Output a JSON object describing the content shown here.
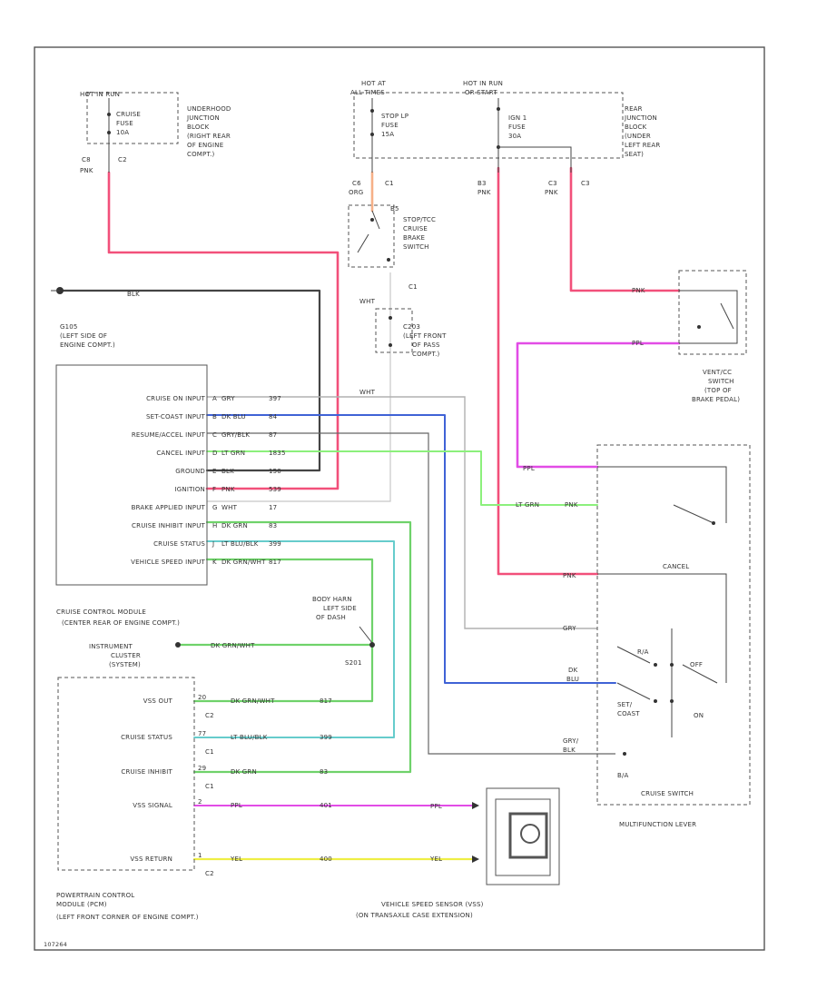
{
  "colors": {
    "red": "#f0506e",
    "pink": "#f2507a",
    "orange": "#f6b088",
    "violet": "#e24ce6",
    "lightgreen": "#8cf07c",
    "green": "#6fd26a",
    "blue": "#3f62d6",
    "cyan": "#66cccc",
    "gray": "#b4b4b4",
    "black": "#444444",
    "white": "#d0d0d0",
    "yellow": "#eeee44"
  },
  "labels": {
    "ug_hot": "HOT IN RUN",
    "ug_fuse": [
      "CRUISE",
      "FUSE",
      "10A"
    ],
    "ug_block": [
      "UNDERHOOD",
      "JUNCTION",
      "BLOCK",
      "(RIGHT REAR",
      "OF ENGINE",
      "COMPT.)"
    ],
    "ug_c_left": "C8",
    "ug_c_right": "C2",
    "ug_pnk": "PNK",
    "hot_at": [
      "HOT AT",
      "ALL TIMES"
    ],
    "hot_run": [
      "HOT IN RUN",
      "OR START"
    ],
    "stoplp_fuse": [
      "STOP LP",
      "FUSE",
      "15A"
    ],
    "ign_fuse": [
      "IGN 1",
      "FUSE",
      "30A"
    ],
    "rear_block": [
      "REAR",
      "JUNCTION",
      "BLOCK",
      "(UNDER",
      "LEFT REAR",
      "SEAT)"
    ],
    "c_left_top": "C6",
    "c1_top": "C1",
    "org": "ORG",
    "b3": "B3",
    "pnk_b3": "PNK",
    "c3_a": "C3",
    "c3_b": "C3",
    "pnk_c3": "PNK",
    "switch_pin": "B5",
    "stop_switch": [
      "STOP/TCC",
      "CRUISE",
      "BRAKE",
      "SWITCH"
    ],
    "c1_mid": "C1",
    "wht_a": "WHT",
    "c203": [
      "C203",
      "(LEFT FRONT",
      "OF PASS",
      "COMPT.)"
    ],
    "wht_b": "WHT",
    "ground_label": "BLK",
    "ground_name": [
      "G105",
      "(LEFT SIDE OF",
      "ENGINE COMPT.)"
    ],
    "pnk_vent": "PNK",
    "ppl_vent": "PPL",
    "vent_switch": [
      "VENT/CC",
      "SWITCH",
      "(TOP OF",
      "BRAKE PEDAL)"
    ],
    "module_rows": [
      {
        "name": "CRUISE ON INPUT",
        "pin": "A",
        "wire": "GRY",
        "circ": "397"
      },
      {
        "name": "SET-COAST INPUT",
        "pin": "B",
        "wire": "DK BLU",
        "circ": "84"
      },
      {
        "name": "RESUME/ACCEL INPUT",
        "pin": "C",
        "wire": "GRY/BLK",
        "circ": "87"
      },
      {
        "name": "CANCEL INPUT",
        "pin": "D",
        "wire": "LT GRN",
        "circ": "1835"
      },
      {
        "name": "GROUND",
        "pin": "E",
        "wire": "BLK",
        "circ": "150"
      },
      {
        "name": "IGNITION",
        "pin": "F",
        "wire": "PNK",
        "circ": "539"
      },
      {
        "name": "BRAKE APPLIED INPUT",
        "pin": "G",
        "wire": "WHT",
        "circ": "17"
      },
      {
        "name": "CRUISE INHIBIT INPUT",
        "pin": "H",
        "wire": "DK GRN",
        "circ": "83"
      },
      {
        "name": "CRUISE STATUS",
        "pin": "J",
        "wire": "LT BLU/BLK",
        "circ": "399"
      },
      {
        "name": "VEHICLE SPEED INPUT",
        "pin": "K",
        "wire": "DK GRN/WHT",
        "circ": "817"
      }
    ],
    "module_name": [
      "CRUISE CONTROL MODULE",
      "(CENTER REAR OF ENGINE COMPT.)"
    ],
    "body_harn": [
      "BODY HARN",
      "LEFT SIDE",
      "OF DASH"
    ],
    "s201": "S201",
    "inst_cluster": [
      "INSTRUMENT",
      "CLUSTER",
      "(SYSTEM)"
    ],
    "cluster_wire": "DK GRN/WHT",
    "pnk_cancel": "PNK",
    "ltgrn_cancel": "LT GRN",
    "ppl_top": "PPL",
    "cancel": "CANCEL",
    "gry_r": "GRY",
    "dkblu_r": [
      "DK",
      "BLU"
    ],
    "grybk_r": [
      "GRY/",
      "BLK"
    ],
    "res_accel": [
      "R/A"
    ],
    "set_coast": [
      "SET/",
      "COAST"
    ],
    "off": "OFF",
    "on": "ON",
    "b_pin": "B/A",
    "cruise_switch": "CRUISE SWITCH",
    "multifunction": "MULTIFUNCTION LEVER",
    "pcm_rows": [
      {
        "name": "VSS OUT",
        "pin": "20",
        "wire": "DK GRN/WHT",
        "circ": "817",
        "conn": "C2"
      },
      {
        "name": "CRUISE STATUS",
        "pin": "77",
        "wire": "LT BLU/BLK",
        "circ": "399",
        "conn": "C1"
      },
      {
        "name": "CRUISE INHIBIT",
        "pin": "29",
        "wire": "DK GRN",
        "circ": "83",
        "conn": "C1"
      },
      {
        "name": "VSS SIGNAL",
        "pin": "2",
        "wire": "PPL",
        "circ": "401",
        "conn": ""
      },
      {
        "name": "VSS RETURN",
        "pin": "1",
        "wire": "YEL",
        "circ": "400",
        "conn": "C2"
      }
    ],
    "pcm_name": [
      "POWERTRAIN CONTROL",
      "MODULE (PCM)",
      "(LEFT FRONT CORNER OF ENGINE COMPT.)"
    ],
    "vss_ppl": "PPL",
    "vss_yel": "YEL",
    "vss_name": [
      "VEHICLE SPEED SENSOR (VSS)",
      "(ON TRANSAXLE CASE EXTENSION)"
    ],
    "footer": "107264"
  }
}
